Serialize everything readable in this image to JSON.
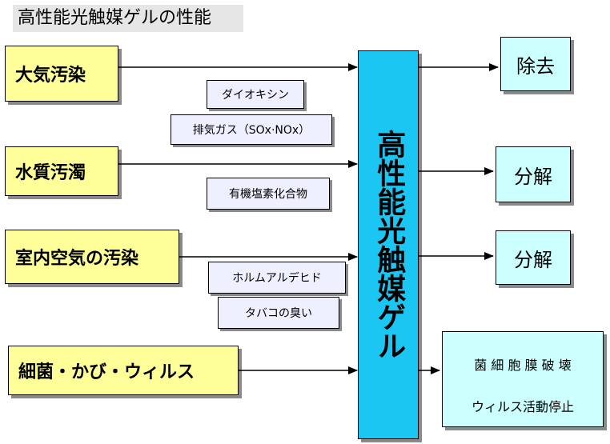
{
  "title": "高性能光触媒ゲルの性能",
  "sources": [
    {
      "label": "大気汚染"
    },
    {
      "label": "水質汚濁"
    },
    {
      "label": "室内空気の汚染"
    },
    {
      "label": "細菌・かび・ウィルス"
    }
  ],
  "substances": [
    {
      "label": "ダイオキシン"
    },
    {
      "label": "排気ガス（SOx·NOx）"
    },
    {
      "label": "有機塩素化合物"
    },
    {
      "label": "ホルムアルデヒド"
    },
    {
      "label": "タバコの臭い"
    }
  ],
  "gel": {
    "label": "高性能光触媒ゲル"
  },
  "outcomes": [
    {
      "label": "除去"
    },
    {
      "label": "分解"
    },
    {
      "label": "分解"
    }
  ],
  "result_box": {
    "line1": "菌 細 胞 膜 破 壊",
    "line2": "ウィルス活動停止"
  },
  "colors": {
    "source_fill": "#ffff99",
    "substance_fill": "#eef0ff",
    "gel_fill": "#1cc6f2",
    "outcome_fill": "#ccffff",
    "title_bg": "#e6e6e6"
  }
}
